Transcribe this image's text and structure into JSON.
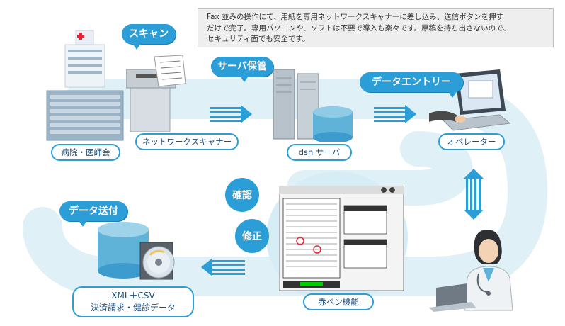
{
  "note": {
    "line1": "Fax 並みの操作にて、用紙を専用ネットワークスキャナーに差し込み、送信ボタンを押す",
    "line2": "だけで完了。専用パソコンや、ソフトは不要で導入も楽々です。原稿を持ち出さないので、",
    "line3": "セキュリティ面でも安全です。"
  },
  "labels": {
    "scan": "スキャン",
    "server_store": "サーバ保管",
    "data_entry": "データエントリー",
    "data_send": "データ送付",
    "confirm": "確認",
    "correct": "修正"
  },
  "captions": {
    "hospital": "病院・医師会",
    "scanner": "ネットワークスキャナー",
    "server": "dsn サーバ",
    "operator": "オペレーター",
    "red_pen": "赤ペン機能",
    "xml_csv": "XML＋CSV",
    "billing": "決済請求・健診データ"
  },
  "colors": {
    "accent": "#2b9ed8",
    "flow_band": "#dff0f6",
    "caption_text": "#1f4e79"
  }
}
